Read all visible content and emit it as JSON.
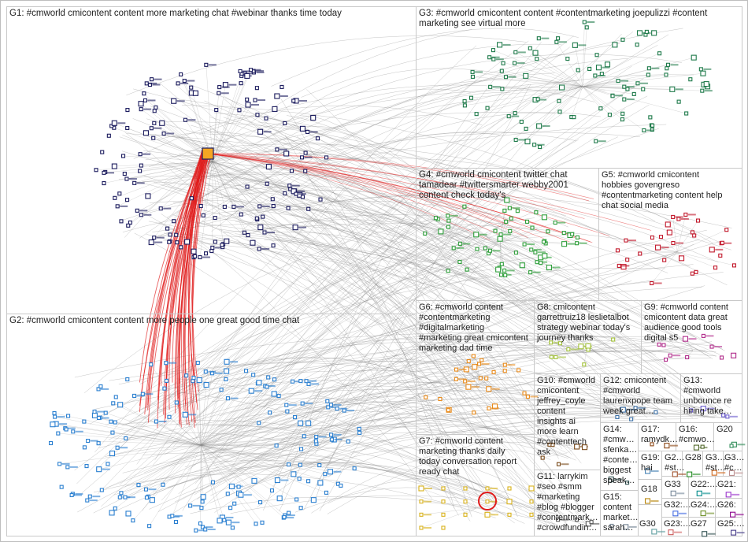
{
  "colors": {
    "background": "#ffffff",
    "box_stroke": "#c9c9c9",
    "edge": "#8a8a8a",
    "edge_strong": "#e01b1b",
    "label": "#222222",
    "hub_red": "#e01b1b"
  },
  "groups": [
    {
      "id": "G1",
      "label_lines": [
        "G1: #cmworld cmicontent content more marketing chat #webinar thanks time today"
      ],
      "color": "#1c1c5e"
    },
    {
      "id": "G2",
      "label_lines": [
        "G2: #cmworld cmicontent content more people one great good time chat"
      ],
      "color": "#2a7fd0"
    },
    {
      "id": "G3",
      "label_lines": [
        "G3: #cmworld cmicontent content #contentmarketing joepulizzi #content",
        "marketing see virtual more"
      ],
      "color": "#1e7a4a"
    },
    {
      "id": "G4",
      "label_lines": [
        "G4: #cmworld cmicontent twitter chat",
        "tamadear #twittersmarter webby2001",
        "content check today's"
      ],
      "color": "#2e9e3a"
    },
    {
      "id": "G5",
      "label_lines": [
        "G5: #cmworld cmicontent",
        "hobbies govengreso",
        "#contentmarketing content help",
        "chat social media"
      ],
      "color": "#c2182b"
    },
    {
      "id": "G6",
      "label_lines": [
        "G6: #cmworld content",
        "#contentmarketing",
        "#digitalmarketing",
        "#marketing great cmicontent",
        "marketing dad time"
      ],
      "color": "#e88a1a"
    },
    {
      "id": "G7",
      "label_lines": [
        "G7: #cmworld content",
        "marketing thanks daily",
        "today conversation report",
        "ready chat"
      ],
      "color": "#d9b21a"
    },
    {
      "id": "G8",
      "label_lines": [
        "G8: cmicontent",
        "garrettruiz18 leslietalbot",
        "strategy webinar today's",
        "journey thanks"
      ],
      "color": "#a3c23a"
    },
    {
      "id": "G9",
      "label_lines": [
        "G9: #cmworld content",
        "cmicontent data great",
        "audience good tools",
        "digital s5"
      ],
      "color": "#b02a8a"
    },
    {
      "id": "G10",
      "label_lines": [
        "G10: #cmworld",
        "cmicontent",
        "jeffrey_coyle",
        "content",
        "insights ai",
        "more learn",
        "#contenttech",
        "ask"
      ],
      "color": "#7a4a1a"
    },
    {
      "id": "G11",
      "label_lines": [
        "G11: larrykim",
        "#seo #smm",
        "#marketing",
        "#blog #blogger",
        "#contentmark…",
        "#crowdfundin…"
      ],
      "color": "#555555"
    },
    {
      "id": "G12",
      "label_lines": [
        "G12: cmicontent",
        "#cmworld",
        "laurenxpope team",
        "week great…"
      ],
      "color": "#3a6ea5"
    },
    {
      "id": "G13",
      "label_lines": [
        "G13:",
        "#cmworld",
        "unbounce re",
        "hiring take…"
      ],
      "color": "#6a5acd"
    },
    {
      "id": "G14",
      "label_lines": [
        "G14:",
        "#cmw…",
        "sfenka…",
        "#conte…",
        "biggest",
        "speak…"
      ],
      "color": "#2f4f4f"
    },
    {
      "id": "G15",
      "label_lines": [
        "G15:",
        "content",
        "market…",
        "sarah…"
      ],
      "color": "#708090"
    },
    {
      "id": "G16",
      "label_lines": [
        "G16:",
        "#cmwo…"
      ],
      "color": "#556b2f"
    },
    {
      "id": "G17",
      "label_lines": [
        "G17:",
        "ramydk…"
      ],
      "color": "#8b4513"
    },
    {
      "id": "G18",
      "label_lines": [
        "G18"
      ],
      "color": "#b8860b"
    },
    {
      "id": "G19",
      "label_lines": [
        "G19:",
        "hai"
      ],
      "color": "#4682b4"
    },
    {
      "id": "G20",
      "label_lines": [
        "G20"
      ],
      "color": "#2e8b57"
    },
    {
      "id": "G21",
      "label_lines": [
        "G21:"
      ],
      "color": "#9932cc"
    },
    {
      "id": "G22",
      "label_lines": [
        "G22:…"
      ],
      "color": "#008b8b"
    },
    {
      "id": "G23",
      "label_lines": [
        "G23:…"
      ],
      "color": "#cd5c5c"
    },
    {
      "id": "G24",
      "label_lines": [
        "G24:…"
      ],
      "color": "#6b8e23"
    },
    {
      "id": "G25",
      "label_lines": [
        "G25:…"
      ],
      "color": "#483d8b"
    },
    {
      "id": "G26",
      "label_lines": [
        "G26:"
      ],
      "color": "#8b008b"
    },
    {
      "id": "G27",
      "label_lines": [
        "G27"
      ],
      "color": "#2f4f4f"
    },
    {
      "id": "G28",
      "label_lines": [
        "G28"
      ],
      "color": "#228b22"
    },
    {
      "id": "G29",
      "label_lines": [
        "G2…",
        "#st…"
      ],
      "color": "#a0522d"
    },
    {
      "id": "G30",
      "label_lines": [
        "G30"
      ],
      "color": "#5f9ea0"
    },
    {
      "id": "G31",
      "label_lines": [
        "G3…",
        "#st…"
      ],
      "color": "#d2691e"
    },
    {
      "id": "G32",
      "label_lines": [
        "G32:…"
      ],
      "color": "#4169e1"
    },
    {
      "id": "G33",
      "label_lines": [
        "G33"
      ],
      "color": "#778899"
    },
    {
      "id": "G34",
      "label_lines": [
        "G3…",
        "#c…"
      ],
      "color": "#bc8f8f"
    }
  ]
}
